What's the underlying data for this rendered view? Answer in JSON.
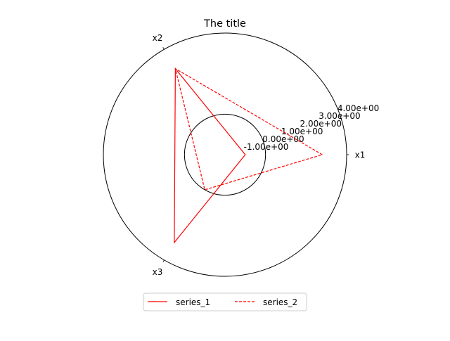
{
  "chart_data": {
    "type": "radar",
    "title": "The title",
    "axes": [
      "x1",
      "x2",
      "x3"
    ],
    "radial_range": [
      -2.0,
      4.0
    ],
    "radial_ticks": [
      -1.0,
      0.0,
      1.0,
      2.0,
      3.0,
      4.0
    ],
    "radial_tick_labels": [
      "-1.00e+00",
      "0.00e+00",
      "1.00e+00",
      "2.00e+00",
      "3.00e+00",
      "4.00e+00"
    ],
    "reference_circle_value": 0.0,
    "grid": false,
    "legend_placement": "bottom-center",
    "series": [
      {
        "name": "series_1",
        "values": [
          -1.0,
          2.9,
          3.0
        ],
        "color": "#ff0000",
        "line_style": "solid"
      },
      {
        "name": "series_2",
        "values": [
          2.8,
          2.9,
          0.0
        ],
        "color": "#ff0000",
        "line_style": "dashed"
      }
    ]
  }
}
